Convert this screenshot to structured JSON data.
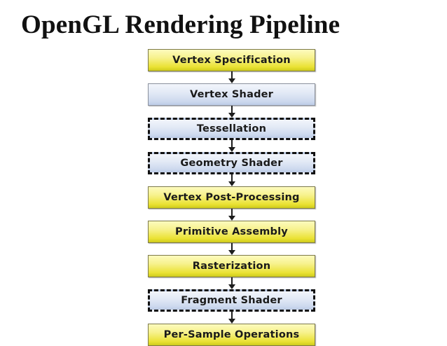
{
  "slide": {
    "title": "OpenGL Rendering Pipeline",
    "background_color": "#ffffff"
  },
  "colors": {
    "yellow_fill_top": "#fdfbbe",
    "yellow_fill_bottom": "#cfcb1c",
    "yellow_border": "#7d7a4a",
    "blue_fill_top": "#f2f5fb",
    "blue_fill_bottom": "#bccbe6",
    "blue_border": "#8a909c",
    "dashed_border": "#111111",
    "arrow": "#1d1d1d",
    "text": "#1a1a1a",
    "title_text": "#111111"
  },
  "diagram": {
    "name": "OpenGL Rendering Pipeline",
    "orientation": "top-to-bottom",
    "connector": "arrow",
    "stages": [
      {
        "label": "Vertex Specification",
        "style": "yellow",
        "border": "solid",
        "optional": false
      },
      {
        "label": "Vertex Shader",
        "style": "blue",
        "border": "solid",
        "optional": false
      },
      {
        "label": "Tessellation",
        "style": "dashed",
        "border": "dashed",
        "optional": true
      },
      {
        "label": "Geometry Shader",
        "style": "dashed",
        "border": "dashed",
        "optional": true
      },
      {
        "label": "Vertex Post-Processing",
        "style": "yellow",
        "border": "solid",
        "optional": false
      },
      {
        "label": "Primitive Assembly",
        "style": "yellow",
        "border": "solid",
        "optional": false
      },
      {
        "label": "Rasterization",
        "style": "yellow",
        "border": "solid",
        "optional": false
      },
      {
        "label": "Fragment Shader",
        "style": "dashed",
        "border": "dashed",
        "optional": true
      },
      {
        "label": "Per-Sample Operations",
        "style": "yellow",
        "border": "solid",
        "optional": false
      }
    ]
  }
}
